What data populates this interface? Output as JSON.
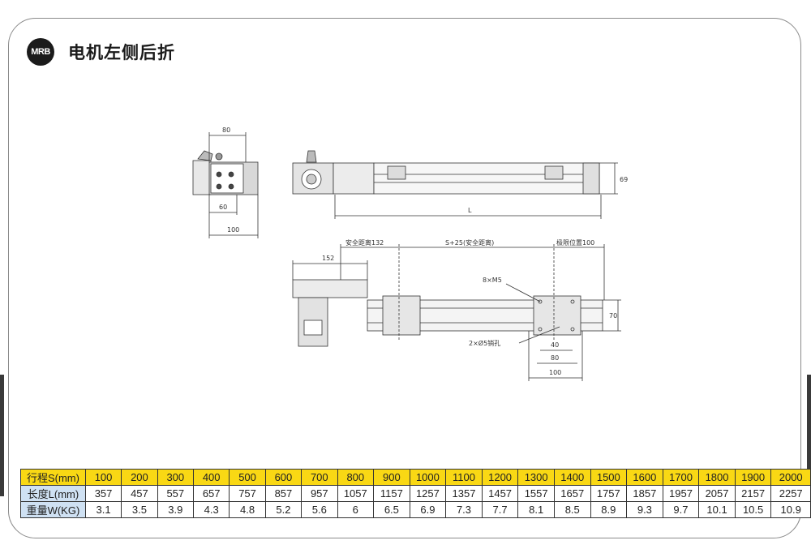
{
  "header": {
    "logo_text": "MRB",
    "title": "电机左侧后折"
  },
  "drawing": {
    "side_view": {
      "dim_top": "80",
      "dim_mid": "60",
      "dim_bottom": "100"
    },
    "front_view": {
      "dim_length": "L",
      "dim_height": "69"
    },
    "top_view": {
      "dim_152": "152",
      "dim_safety": "安全距离132",
      "dim_stroke": "S+25(安全距离)",
      "dim_limit": "极限位置100",
      "label_thread": "8×M5",
      "label_pin": "2×Ø5销孔",
      "dim_height": "70",
      "dim_40": "40",
      "dim_80": "80",
      "dim_100": "100"
    }
  },
  "table": {
    "row_stroke": {
      "header": "行程S(mm)",
      "values": [
        "100",
        "200",
        "300",
        "400",
        "500",
        "600",
        "700",
        "800",
        "900",
        "1000",
        "1100",
        "1200",
        "1300",
        "1400",
        "1500",
        "1600",
        "1700",
        "1800",
        "1900",
        "2000"
      ]
    },
    "row_length": {
      "header": "长度L(mm)",
      "values": [
        "357",
        "457",
        "557",
        "657",
        "757",
        "857",
        "957",
        "1057",
        "1157",
        "1257",
        "1357",
        "1457",
        "1557",
        "1657",
        "1757",
        "1857",
        "1957",
        "2057",
        "2157",
        "2257"
      ]
    },
    "row_weight": {
      "header": "重量W(KG)",
      "values": [
        "3.1",
        "3.5",
        "3.9",
        "4.3",
        "4.8",
        "5.2",
        "5.6",
        "6",
        "6.5",
        "6.9",
        "7.3",
        "7.7",
        "8.1",
        "8.5",
        "8.9",
        "9.3",
        "9.7",
        "10.1",
        "10.5",
        "10.9"
      ]
    }
  }
}
